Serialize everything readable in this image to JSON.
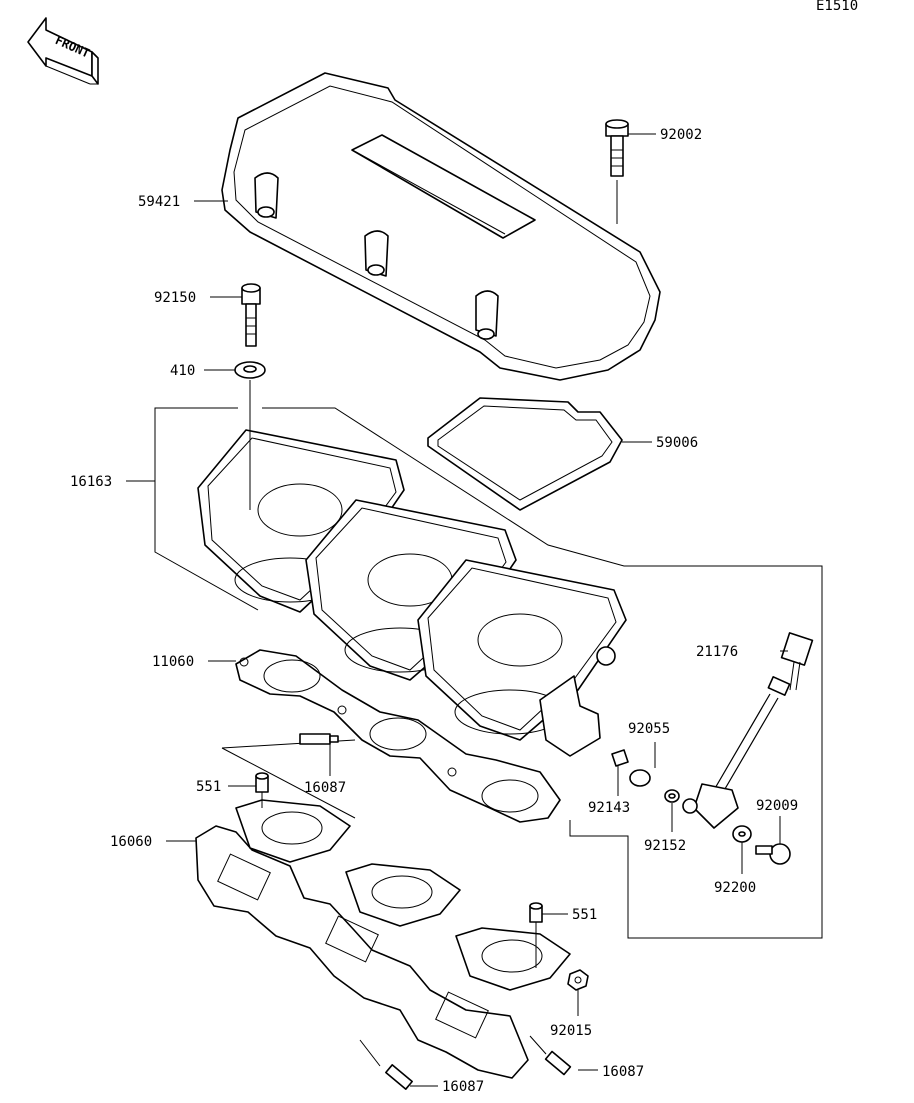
{
  "diagram_id": "E1510",
  "front_label": "FRONT",
  "callouts": [
    {
      "name": "callout-92002",
      "number": "92002"
    },
    {
      "name": "callout-59421",
      "number": "59421"
    },
    {
      "name": "callout-92150",
      "number": "92150"
    },
    {
      "name": "callout-410",
      "number": "410"
    },
    {
      "name": "callout-59006",
      "number": "59006"
    },
    {
      "name": "callout-16163",
      "number": "16163"
    },
    {
      "name": "callout-21176",
      "number": "21176"
    },
    {
      "name": "callout-11060",
      "number": "11060"
    },
    {
      "name": "callout-92055",
      "number": "92055"
    },
    {
      "name": "callout-551-upper",
      "number": "551"
    },
    {
      "name": "callout-16087-upper",
      "number": "16087"
    },
    {
      "name": "callout-92143",
      "number": "92143"
    },
    {
      "name": "callout-92009",
      "number": "92009"
    },
    {
      "name": "callout-16060",
      "number": "16060"
    },
    {
      "name": "callout-92152",
      "number": "92152"
    },
    {
      "name": "callout-92200",
      "number": "92200"
    },
    {
      "name": "callout-551-lower",
      "number": "551"
    },
    {
      "name": "callout-92015",
      "number": "92015"
    },
    {
      "name": "callout-16087-right",
      "number": "16087"
    },
    {
      "name": "callout-16087-bottom",
      "number": "16087"
    }
  ]
}
